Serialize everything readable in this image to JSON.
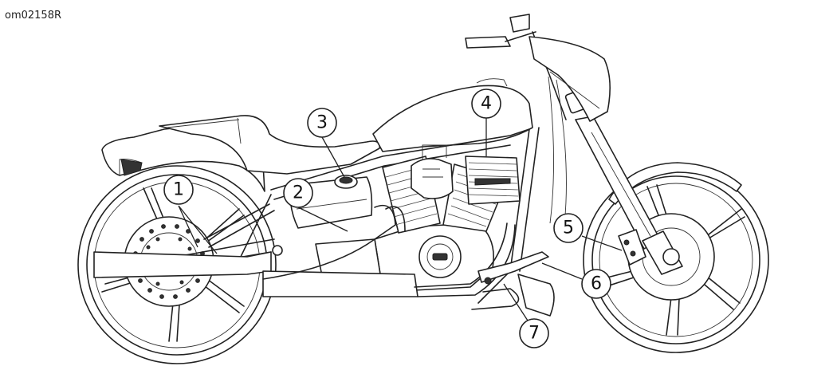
{
  "figure": {
    "reference_id": "om02158R",
    "callouts": [
      {
        "label": "1"
      },
      {
        "label": "2"
      },
      {
        "label": "3"
      },
      {
        "label": "4"
      },
      {
        "label": "5"
      },
      {
        "label": "6"
      },
      {
        "label": "7"
      }
    ]
  }
}
